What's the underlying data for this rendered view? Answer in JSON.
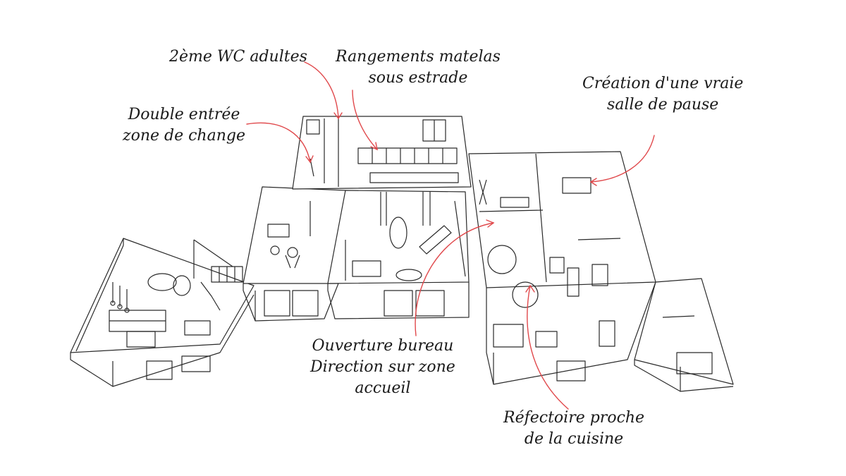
{
  "annotations": {
    "wc_adultes": {
      "lines": [
        "2ème WC adultes"
      ]
    },
    "rangements": {
      "lines": [
        "Rangements matelas",
        "sous estrade"
      ]
    },
    "salle_pause": {
      "lines": [
        "Création d'une vraie",
        "salle de pause"
      ]
    },
    "double_entree": {
      "lines": [
        "Double entrée",
        "zone de change"
      ]
    },
    "ouverture_bureau": {
      "lines": [
        "Ouverture bureau",
        "Direction sur zone",
        "accueil"
      ]
    },
    "refectoire": {
      "lines": [
        "Réfectoire proche",
        "de la cuisine"
      ]
    }
  },
  "colors": {
    "line": "#2a2a2a",
    "arrow": "#e0484b",
    "background": "#ffffff"
  }
}
